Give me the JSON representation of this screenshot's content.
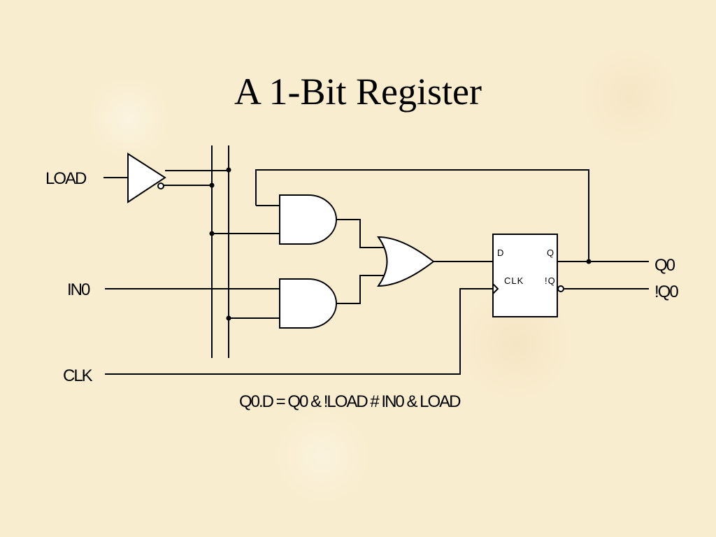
{
  "slide": {
    "title": "A 1-Bit Register"
  },
  "inputs": {
    "load": "LOAD",
    "in0": "IN0",
    "clk": "CLK"
  },
  "outputs": {
    "q": "Q0",
    "qbar": "!Q0"
  },
  "flipflop": {
    "d": "D",
    "q": "Q",
    "clk": "CLK",
    "qbar": "!Q"
  },
  "equation": "Q0.D = Q0 & !LOAD # IN0 & LOAD"
}
